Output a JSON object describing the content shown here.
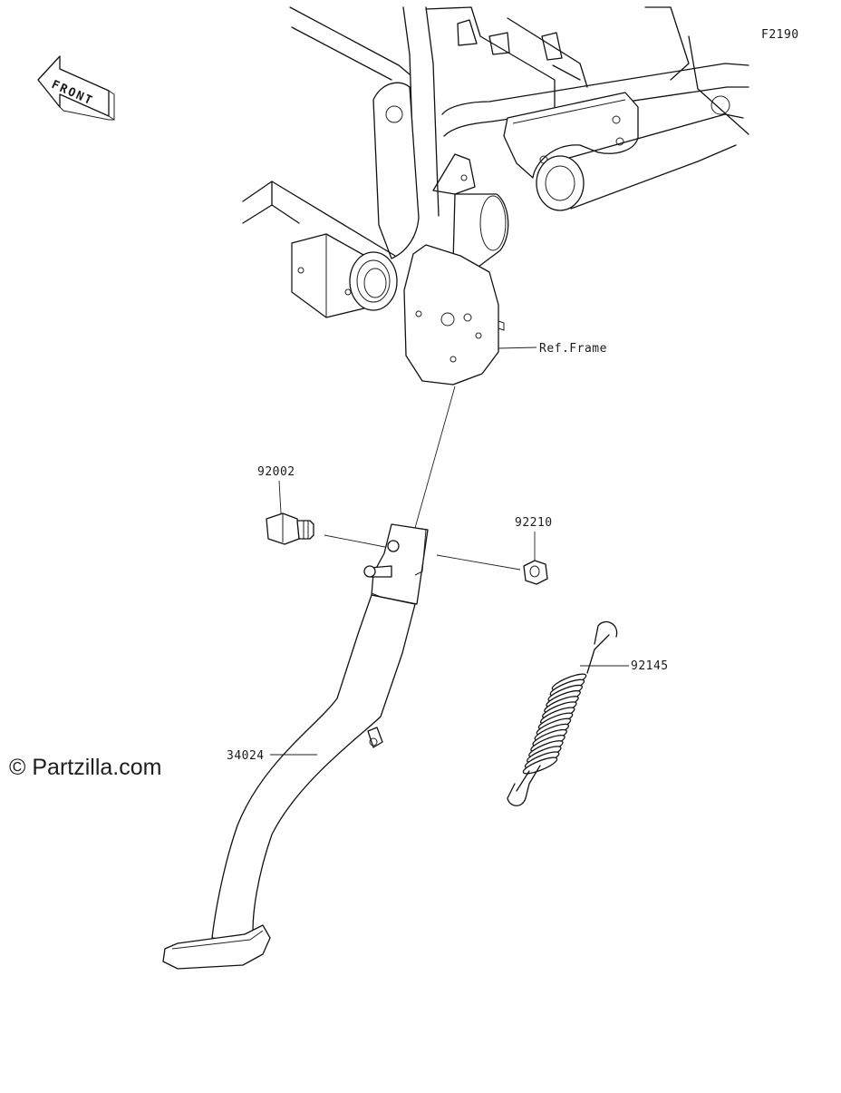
{
  "diagram": {
    "code": "F2190",
    "front_arrow_label": "FRONT",
    "watermark": "© Partzilla.com",
    "callouts": {
      "ref_frame": "Ref.Frame",
      "bolt": "92002",
      "nut": "92210",
      "spring": "92145",
      "stand": "34024"
    }
  }
}
